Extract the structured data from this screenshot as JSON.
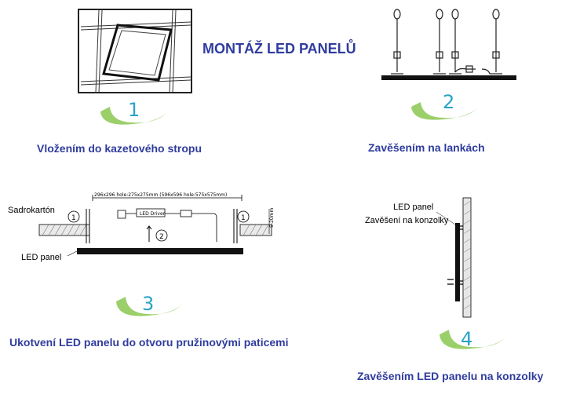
{
  "title": "MONTÁŽ LED PANELŮ",
  "steps": [
    {
      "number": "1",
      "caption": "Vložením do kazetového stropu"
    },
    {
      "number": "2",
      "caption": "Zavěšením na lankách"
    },
    {
      "number": "3",
      "caption": "Ukotvení LED panelu do otvoru pružinovými paticemi"
    },
    {
      "number": "4",
      "caption": "Zavěšením LED panelu na konzolky"
    }
  ],
  "labels": {
    "sadrokarton": "Sadrokartón",
    "led_panel": "LED panel",
    "led_panel_4": "LED panel",
    "zaveseni": "Zavěšení na konzolky",
    "dimension": "296x296 hole:275x275mm (596x596 hole:575x575mm)",
    "driver": "LED Driver",
    "marker1": "1",
    "marker2": "2",
    "side_dim": "5-20mm"
  },
  "colors": {
    "title": "#2f3c9e",
    "number": "#2aa3c6",
    "swoosh": "#9bcf6a"
  }
}
